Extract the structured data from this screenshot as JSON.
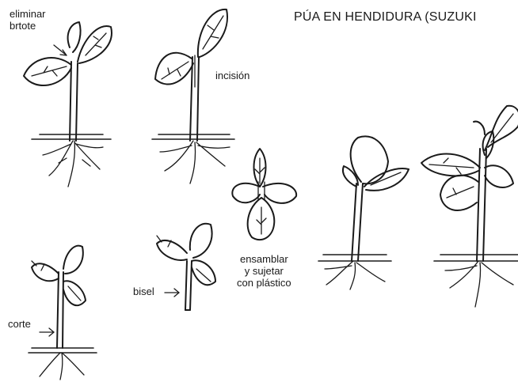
{
  "title": "PÚA EN HENDIDURA (SUZUKI",
  "labels": {
    "remove_shoot": "eliminar\nbrtote",
    "incision": "incisión",
    "cut": "corte",
    "bevel": "bisel",
    "assemble": "ensamblar\ny sujetar\ncon plástico"
  }
}
